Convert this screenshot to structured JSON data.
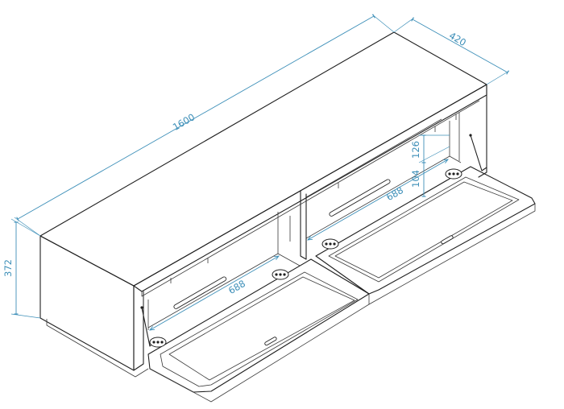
{
  "dimensions": {
    "width": "1600",
    "depth": "420",
    "height": "372",
    "shelf_width_left": "688",
    "shelf_width_right": "688",
    "upper_compartment": "126",
    "lower_compartment": "104"
  },
  "colors": {
    "dimension_line": "#3d8fb8",
    "outline": "#1f1f1f"
  }
}
